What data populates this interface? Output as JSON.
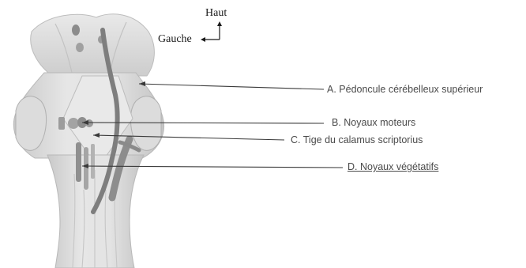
{
  "orientation": {
    "up_label": "Haut",
    "left_label": "Gauche"
  },
  "labels": [
    {
      "id": "A",
      "text": "A. Pédoncule cérébelleux supérieur",
      "underlined": false
    },
    {
      "id": "B",
      "text": "B. Noyaux moteurs",
      "underlined": false
    },
    {
      "id": "C",
      "text": "C. Tige du calamus scriptorius",
      "underlined": false
    },
    {
      "id": "D",
      "text": "D. Noyaux végétatifs",
      "underlined": true
    }
  ],
  "colors": {
    "tissue_light": "#e2e2e2",
    "tissue_mid": "#cfcfcf",
    "tissue_shadow": "#b5b5b5",
    "nucleus_dark": "#7a7a7a",
    "leader_line": "#3a3a3a",
    "label_text": "#4a4a4a"
  }
}
